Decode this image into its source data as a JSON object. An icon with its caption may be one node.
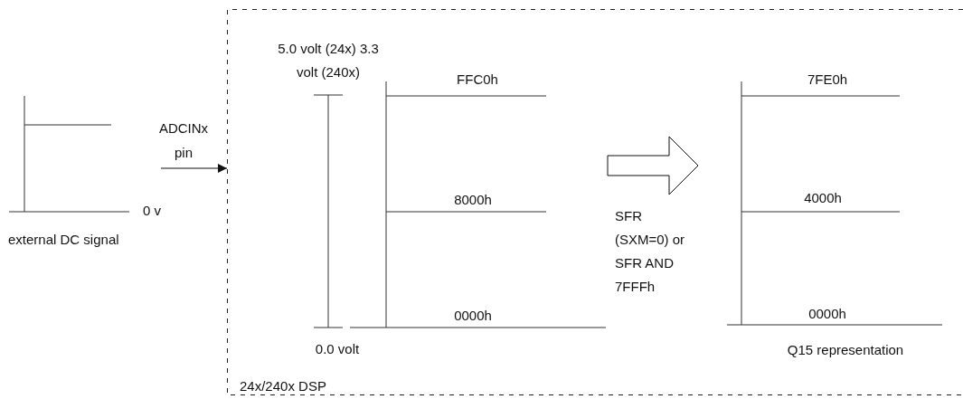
{
  "diagram": {
    "nodes": [
      {
        "text": [
          "24x/240x DSP"
        ]
      },
      {
        "text": [],
        "shape": "picture",
        "in": 0
      },
      {
        "text": [],
        "shape": "picture",
        "in": 0
      }
    ],
    "edges": [
      {
        "from": null,
        "to": 0,
        "arrow": "to",
        "label": "ADCINx pin"
      },
      {
        "from": 1,
        "to": 2,
        "arrow": "to",
        "style": "thick",
        "label": "SFR (SXM=0) or SFR AND 7FFFh"
      }
    ],
    "labels": [
      "5.0 volt (24x) 3.3 volt (240x)",
      "0 v",
      "external DC signal",
      "FFC0h",
      "7FE0h",
      "8000h",
      "4000h",
      "0000h",
      "0000h",
      "0.0 volt",
      "Q15 representation"
    ]
  }
}
